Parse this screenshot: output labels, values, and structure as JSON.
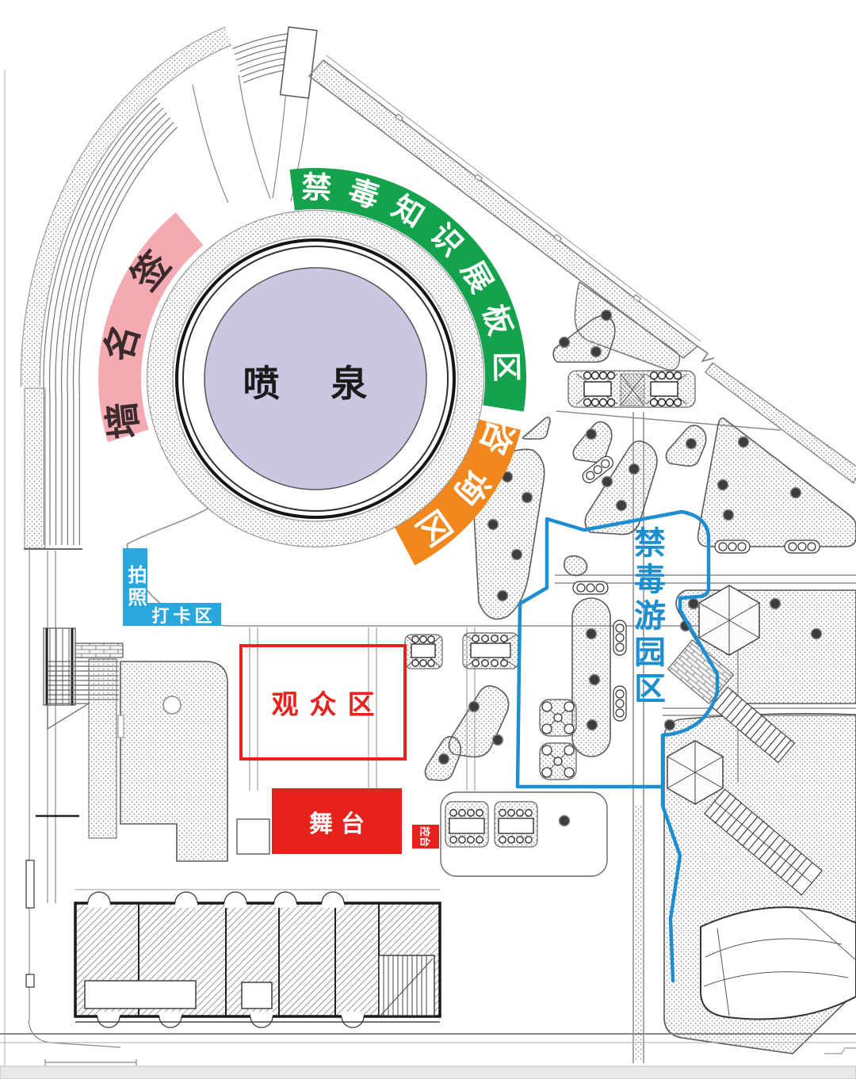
{
  "colors": {
    "green": "#14a24c",
    "orange": "#f2871d",
    "pink": "#f3abb1",
    "lavender": "#cbc7e3",
    "cyan": "#2aa7dd",
    "red": "#e7221d",
    "blue": "#1d8fd1",
    "ink": "#1f1f1f",
    "road_gray": "#8c8c8c"
  },
  "zones": {
    "fountain": {
      "label": "喷 泉"
    },
    "signature_wall": {
      "label": "签名墙",
      "arc_text": "墙名签"
    },
    "exhibition_board": {
      "label": "禁毒知识展板区"
    },
    "consultation": {
      "label": "咨询区"
    },
    "photo_checkin": {
      "line1": "拍照",
      "line2": "打卡区"
    },
    "audience": {
      "label": "观众区"
    },
    "stage": {
      "label": "舞台"
    },
    "console": {
      "label": "控台"
    },
    "garden": {
      "label": "禁毒游园区"
    }
  }
}
